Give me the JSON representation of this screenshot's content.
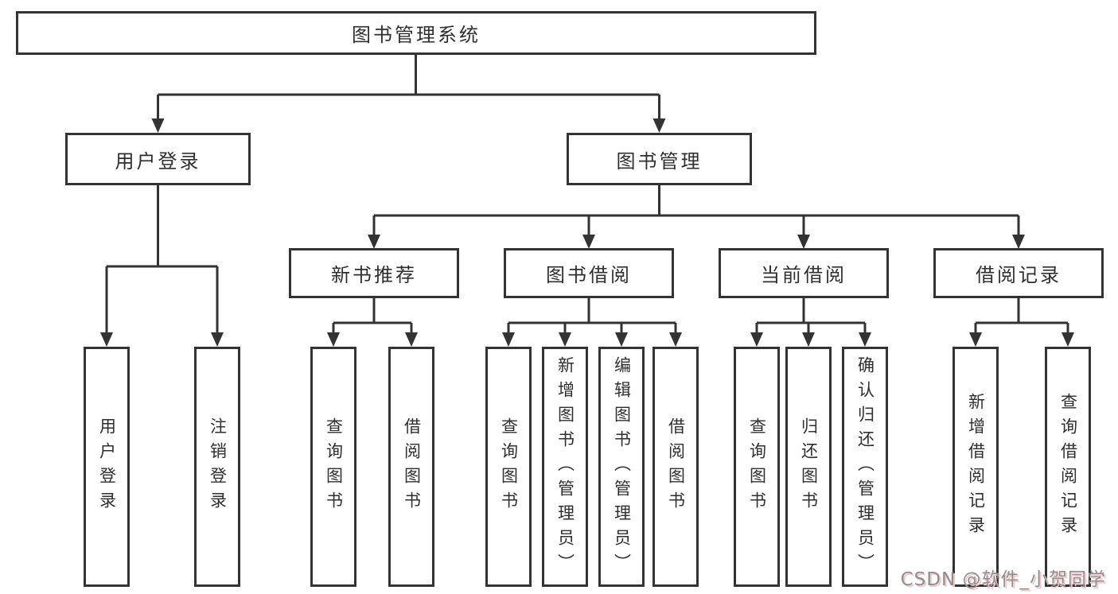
{
  "diagram": {
    "root": {
      "label": "图书管理系统"
    },
    "level2": [
      {
        "label": "用户登录"
      },
      {
        "label": "图书管理"
      }
    ],
    "level3": [
      {
        "label": "新书推荐"
      },
      {
        "label": "图书借阅"
      },
      {
        "label": "当前借阅"
      },
      {
        "label": "借阅记录"
      }
    ],
    "leaves": {
      "user_login": [
        {
          "label": "用户登录"
        },
        {
          "label": "注销登录"
        }
      ],
      "new_books": [
        {
          "label": "查询图书"
        },
        {
          "label": "借阅图书"
        }
      ],
      "book_borrow": [
        {
          "label": "查询图书"
        },
        {
          "label": "新增图书（管理员）"
        },
        {
          "label": "编辑图书（管理员）"
        },
        {
          "label": "借阅图书"
        }
      ],
      "current_borrow": [
        {
          "label": "查询图书"
        },
        {
          "label": "归还图书"
        },
        {
          "label": "确认归还（管理员）"
        }
      ],
      "borrow_records": [
        {
          "label": "新增借阅记录"
        },
        {
          "label": "查询借阅记录"
        }
      ]
    },
    "watermark": {
      "text": "CSDN @软件_小贺同学"
    },
    "colors": {
      "line": "#333333",
      "text": "#2f2f2f",
      "box_bg": "#ffffff",
      "watermark_text": "#8f8f8f",
      "watermark_shadow": "#f9c6c6"
    }
  }
}
